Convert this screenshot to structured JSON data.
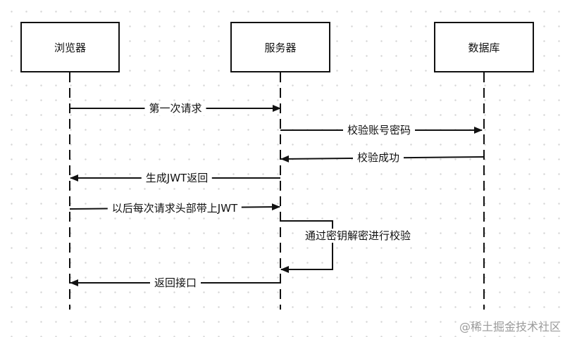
{
  "actors": {
    "browser": "浏览器",
    "server": "服务器",
    "database": "数据库"
  },
  "messages": {
    "first_request": "第一次请求",
    "verify_credentials": "校验账号密码",
    "verify_success": "校验成功",
    "generate_jwt": "生成JWT返回",
    "subsequent_requests": "以后每次请求头部带上JWT",
    "decrypt_verify": "通过密钥解密进行校验",
    "return_api": "返回接口"
  },
  "watermark": "@稀土掘金技术社区",
  "colors": {
    "line": "#111111",
    "dot_grid": "#d6d6d6",
    "watermark": "#9a9a9a"
  }
}
